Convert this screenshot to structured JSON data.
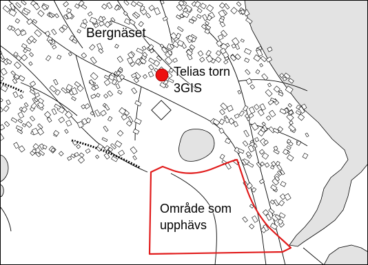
{
  "map": {
    "place_label": "Bergnäset",
    "tower_label": {
      "line1": "Telias torn",
      "line2": "3GIS"
    },
    "area_label": {
      "line1": "Område som",
      "line2": "upphävs"
    },
    "colors": {
      "background": "#ffffff",
      "water": "#e3e3e3",
      "lines": "#000000",
      "boundary": "#e11b1b",
      "tower_marker": "#ee1111"
    },
    "icons": {
      "tower": "red-circle-marker"
    }
  }
}
